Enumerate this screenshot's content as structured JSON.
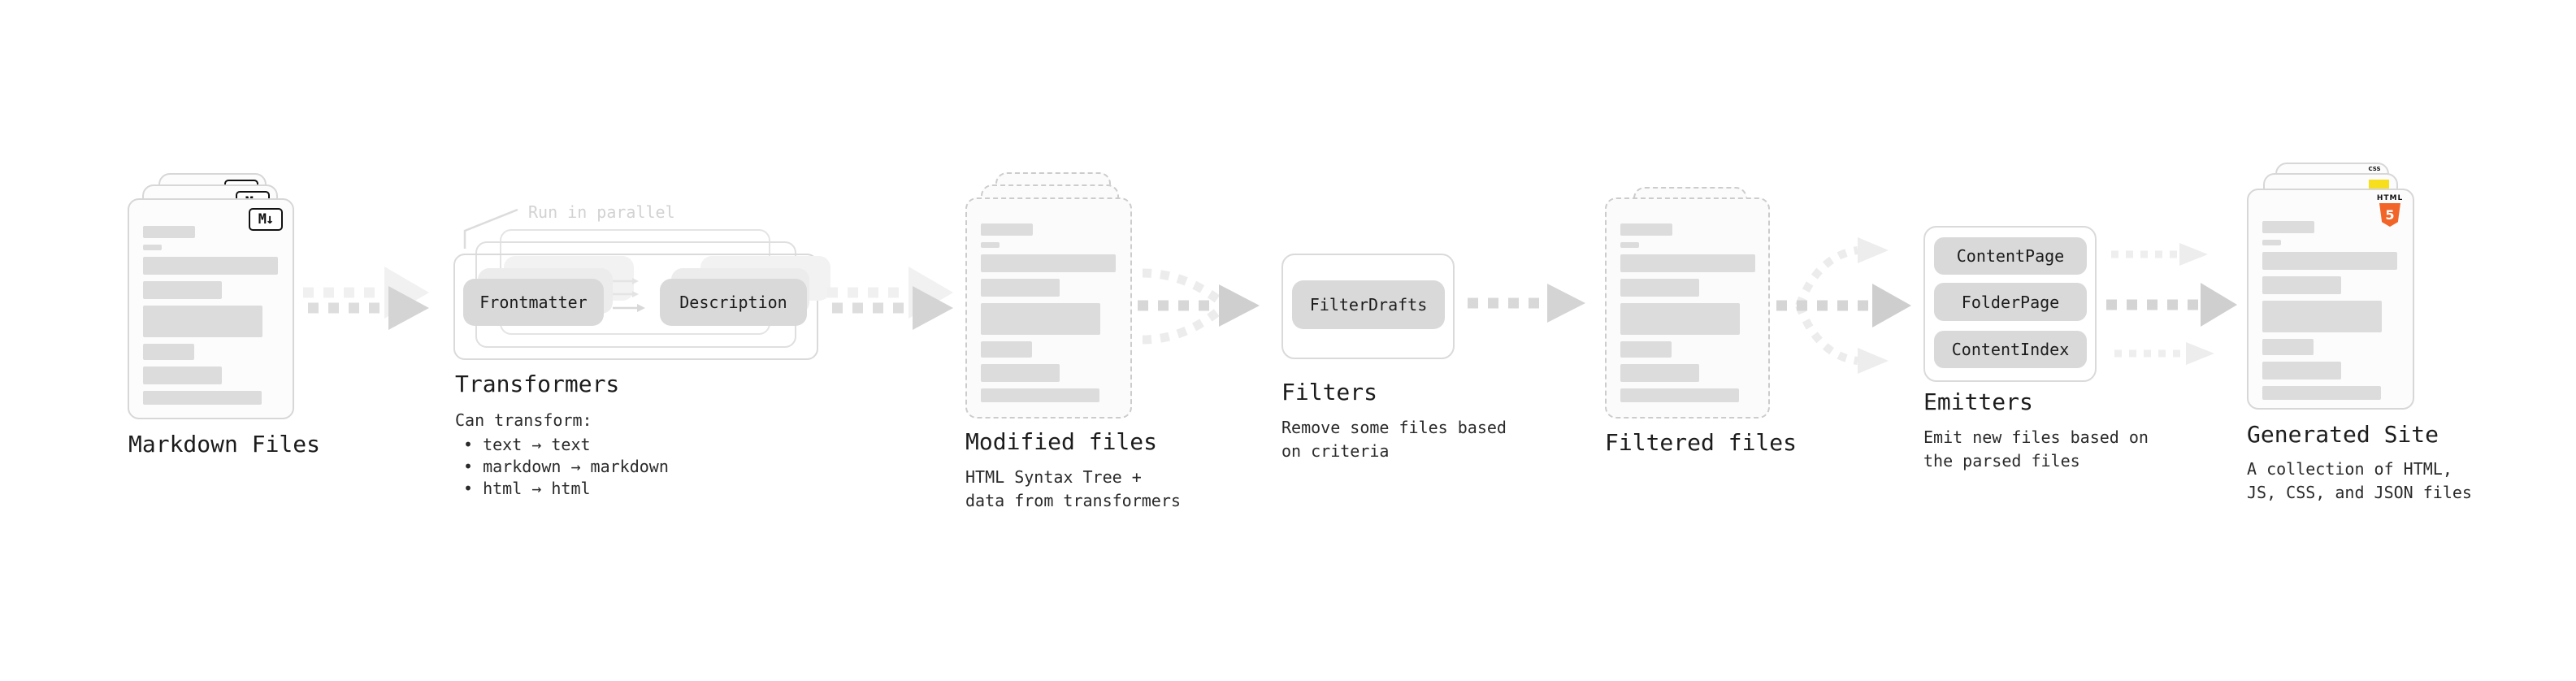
{
  "diagram": {
    "markdown": {
      "title": "Markdown Files",
      "badge": "M↓"
    },
    "transformers": {
      "title": "Transformers",
      "annotation": "Run in parallel",
      "node_left": "Frontmatter",
      "node_right": "Description",
      "caption_intro": "Can transform:",
      "bullets": [
        "• text → text",
        "• markdown → markdown",
        "• html → html"
      ]
    },
    "modified": {
      "title": "Modified files",
      "caption": "HTML Syntax Tree +\ndata from transformers"
    },
    "filters": {
      "title": "Filters",
      "node": "FilterDrafts",
      "caption": "Remove some files based\non criteria"
    },
    "filtered": {
      "title": "Filtered files"
    },
    "emitters": {
      "title": "Emitters",
      "nodes": [
        "ContentPage",
        "FolderPage",
        "ContentIndex"
      ],
      "caption": "Emit new files based on\nthe parsed files"
    },
    "generated": {
      "title": "Generated Site",
      "caption": "A collection of HTML,\nJS, CSS, and JSON files",
      "badge_html_label": "HTML",
      "badge_html_number": "5",
      "badge_css": "CSS"
    },
    "colors": {
      "node_fill": "#d9d9d9",
      "bar_fill": "#dcdcdc",
      "arrow": "#d5d5d5",
      "arrow_light": "#ededed",
      "html5_orange": "#f16529",
      "js_yellow": "#f7df1e",
      "css_blue": "#2965f1",
      "text": "#1c1c1c",
      "muted": "#d2d2d2"
    }
  }
}
